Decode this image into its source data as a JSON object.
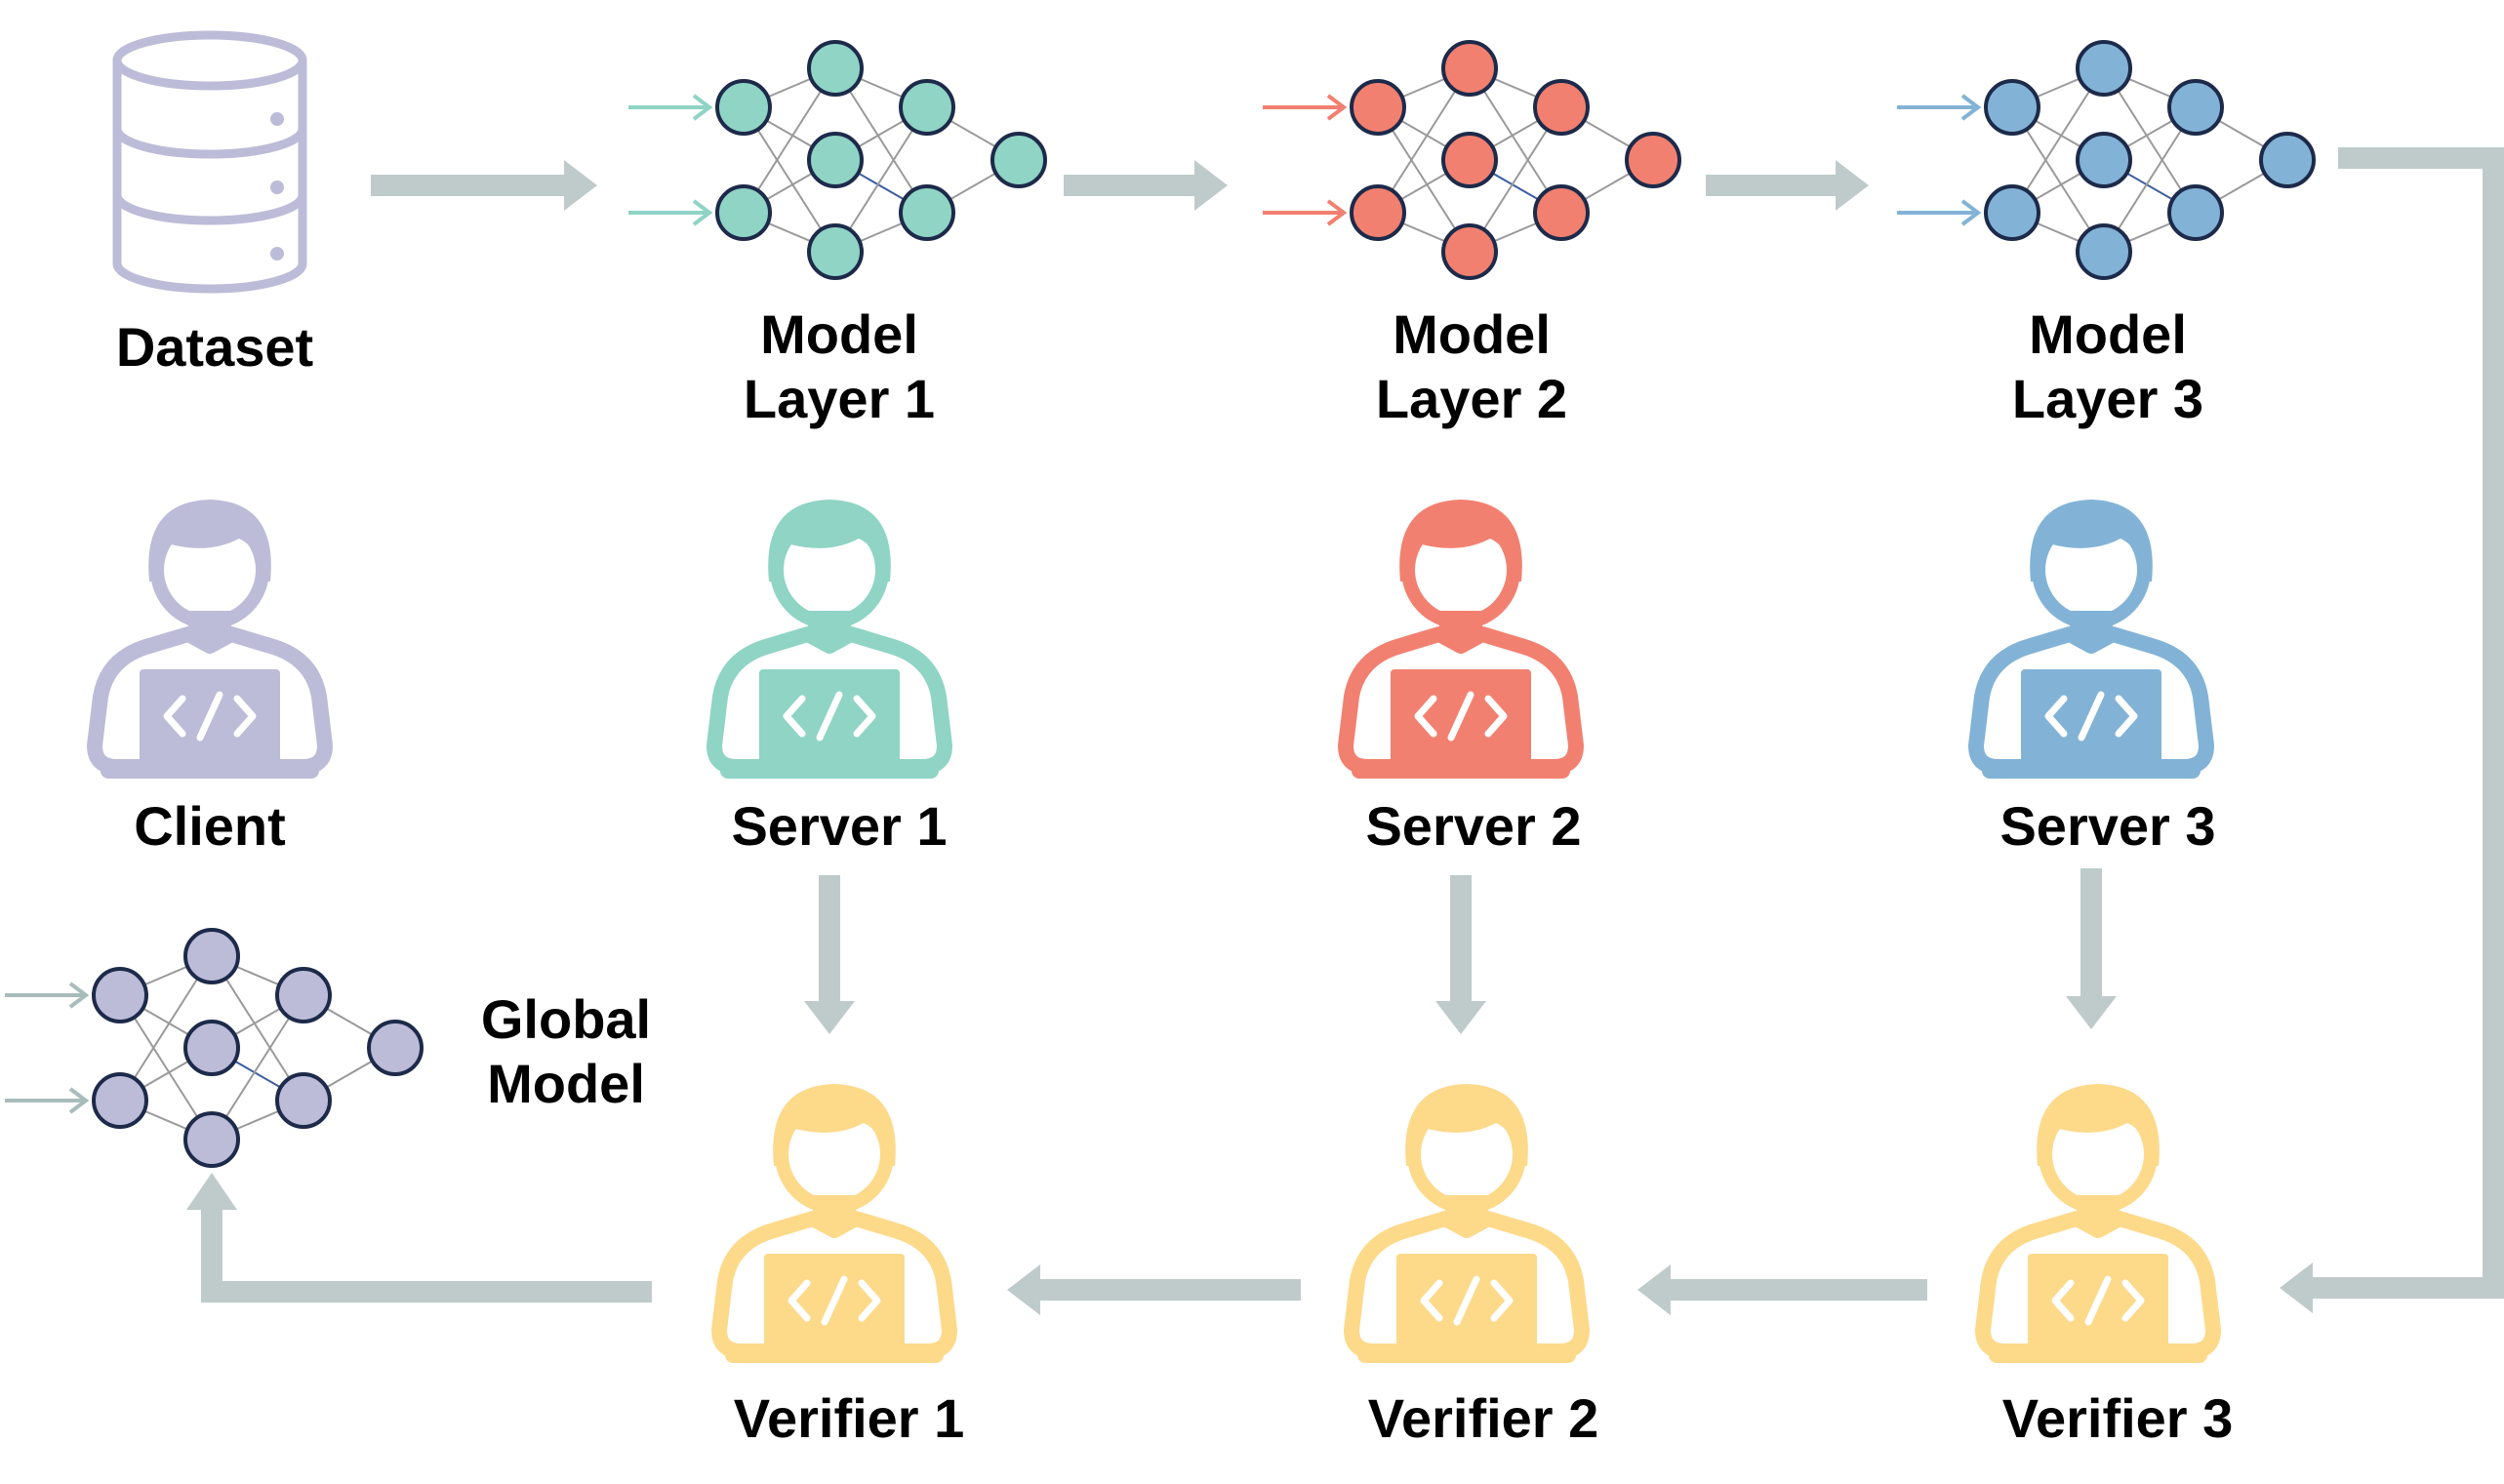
{
  "colors": {
    "client": "#bcbcd8",
    "server1": "#8fd4c5",
    "server2": "#f28070",
    "server3": "#82b3d6",
    "verifier": "#fdd98a",
    "global": "#bcbcd8",
    "arrow": "#bfcbcb",
    "node_stroke": "#1d2a4a",
    "edge": "#9a9a9a",
    "edge_highlight": "#3d5fa0"
  },
  "icons": {
    "dataset": "database-icon",
    "person": "developer-laptop-icon",
    "model": "neural-network-icon"
  },
  "labels": {
    "dataset": "Dataset",
    "model1": [
      "Model",
      "Layer 1"
    ],
    "model2": [
      "Model",
      "Layer 2"
    ],
    "model3": [
      "Model",
      "Layer 3"
    ],
    "client": "Client",
    "server1": "Server 1",
    "server2": "Server 2",
    "server3": "Server 3",
    "global": [
      "Global",
      "Model"
    ],
    "verifier1": "Verifier 1",
    "verifier2": "Verifier 2",
    "verifier3": "Verifier 3"
  },
  "code_glyph": "</>"
}
